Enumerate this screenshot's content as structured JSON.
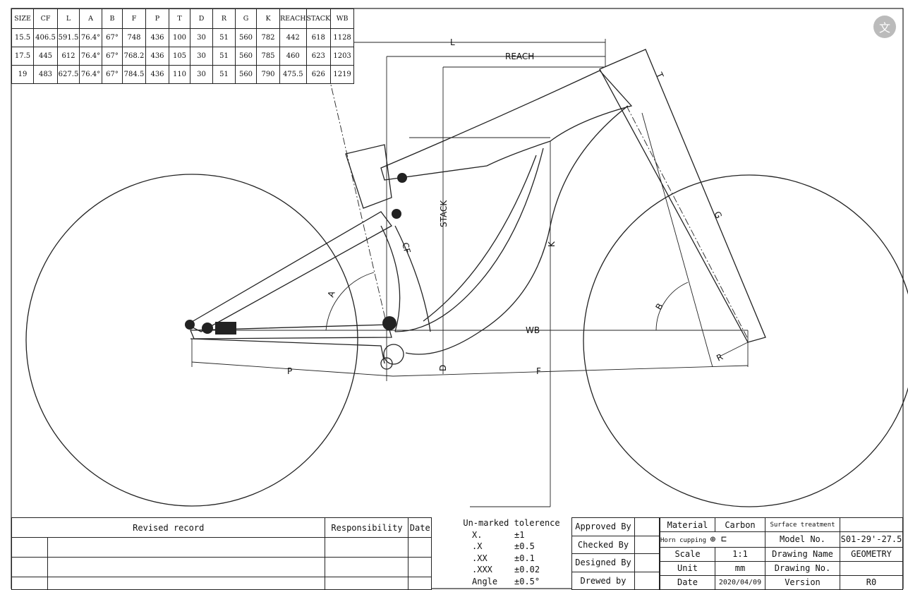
{
  "geometry_table": {
    "headers": [
      "SIZE",
      "CF",
      "L",
      "A",
      "B",
      "F",
      "P",
      "T",
      "D",
      "R",
      "G",
      "K",
      "REACH",
      "STACK",
      "WB"
    ],
    "rows": [
      [
        "15.5",
        "406.5",
        "591.5",
        "76.4°",
        "67°",
        "748",
        "436",
        "100",
        "30",
        "51",
        "560",
        "782",
        "442",
        "618",
        "1128"
      ],
      [
        "17.5",
        "445",
        "612",
        "76.4°",
        "67°",
        "768.2",
        "436",
        "105",
        "30",
        "51",
        "560",
        "785",
        "460",
        "623",
        "1203"
      ],
      [
        "19",
        "483",
        "627.5",
        "76.4°",
        "67°",
        "784.5",
        "436",
        "110",
        "30",
        "51",
        "560",
        "790",
        "475.5",
        "626",
        "1219"
      ]
    ]
  },
  "dimension_labels": {
    "L": "L",
    "REACH": "REACH",
    "STACK": "STACK",
    "K": "K",
    "CF": "CF",
    "A": "A",
    "B": "B",
    "G": "G",
    "T": "T",
    "R": "R",
    "P": "P",
    "F": "F",
    "D": "D",
    "WB": "WB"
  },
  "revision_block": {
    "revised_record": "Revised record",
    "responsibility": "Responsibility",
    "date": "Date"
  },
  "tolerance": {
    "title": "Un-marked tolerence",
    "rows": [
      [
        "X.",
        "±1"
      ],
      [
        ".X",
        "±0.5"
      ],
      [
        ".XX",
        "±0.1"
      ],
      [
        ".XXX",
        "±0.02"
      ],
      [
        "Angle",
        "±0.5°"
      ]
    ]
  },
  "signoff": [
    "Approved By",
    "Checked By",
    "Designed By",
    "Drewed by"
  ],
  "title_block": {
    "material_label": "Material",
    "material": "Carbon",
    "surface_label": "Surface treatment",
    "surface": "",
    "horn_label": "Horn cupping",
    "model_label": "Model No.",
    "model": "S01-29'-27.5",
    "scale_label": "Scale",
    "scale": "1:1",
    "drawing_name_label": "Drawing Name",
    "drawing_name": "GEOMETRY",
    "unit_label": "Unit",
    "unit": "mm",
    "drawing_no_label": "Drawing No.",
    "drawing_no": "",
    "date_label": "Date",
    "date": "2020/04/09",
    "version_label": "Version",
    "version": "R0"
  },
  "translate_icon": "文"
}
